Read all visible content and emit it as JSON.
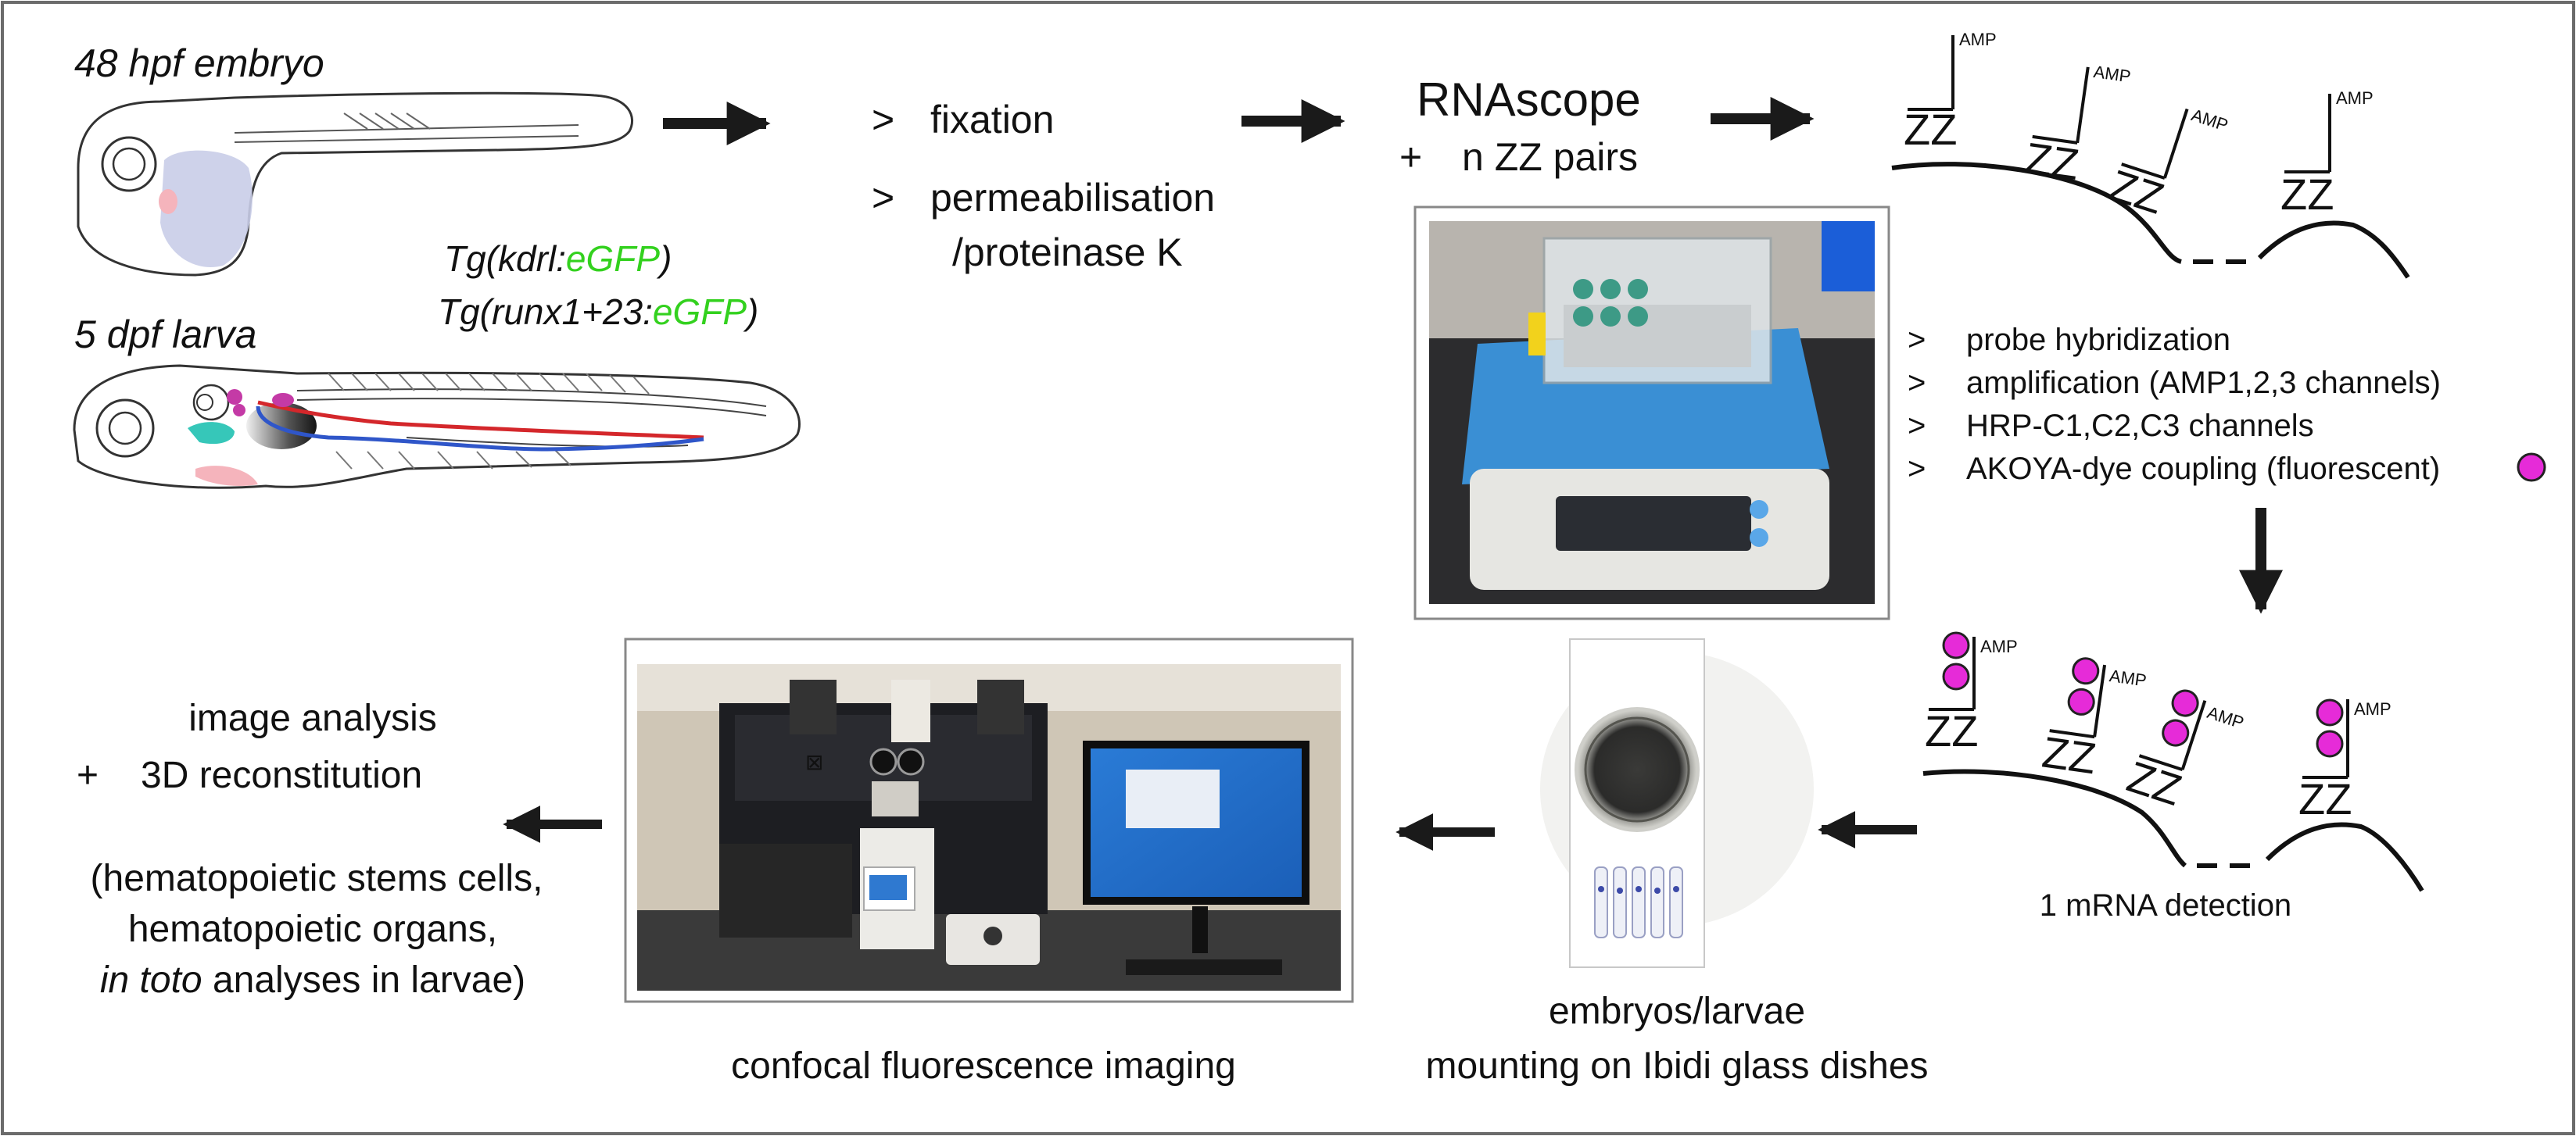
{
  "embryo": {
    "label": "48 hpf embryo",
    "tg1_prefix": "Tg(kdrl:",
    "tg1_gfp": "eGFP",
    "tg1_suffix": ")",
    "tg2_prefix": "Tg(runx1+23:",
    "tg2_gfp": "eGFP",
    "tg2_suffix": ")"
  },
  "larva": {
    "label": "5 dpf larva"
  },
  "prep": {
    "bullet": ">",
    "step1": "fixation",
    "step2": "permeabilisation",
    "step2b": "/proteinase K"
  },
  "rnascope": {
    "title": "RNAscope",
    "plus": "+",
    "pairs": "n ZZ pairs"
  },
  "probe": {
    "zz": "ZZ",
    "amp": "AMP"
  },
  "steps": {
    "bullet": ">",
    "items": [
      "probe hybridization",
      "amplification (AMP1,2,3 channels)",
      "HRP-C1,C2,C3 channels",
      "AKOYA-dye coupling (fluorescent)"
    ]
  },
  "detection": {
    "label": "1 mRNA detection"
  },
  "mounting": {
    "line1": "embryos/larvae",
    "line2": "mounting on Ibidi glass dishes"
  },
  "imaging": {
    "label": "confocal fluorescence imaging"
  },
  "analysis": {
    "line1": "image analysis",
    "plus": "+",
    "line2": "3D reconstitution",
    "line3": "(hematopoietic stems cells,",
    "line4": "hematopoietic organs,",
    "line5_italic": "in toto",
    "line5_rest": " analyses in larvae)"
  },
  "colors": {
    "gfp_green": "#33d11e",
    "dye_magenta": "#e62bd8",
    "arrow": "#1a1a1a",
    "artery_red": "#d4272b",
    "vein_blue": "#2f56c9"
  }
}
